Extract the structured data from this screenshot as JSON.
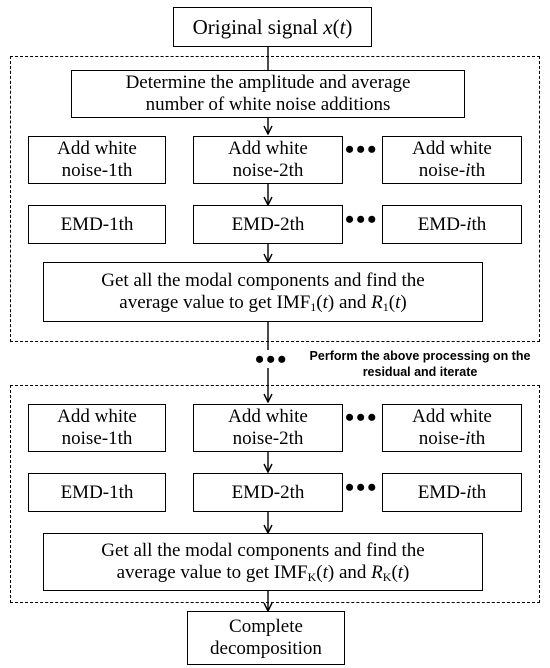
{
  "start": {
    "prefix": "Original signal ",
    "var": "x",
    "open": "(",
    "t": "t",
    "close": ")"
  },
  "section1": {
    "determine": {
      "line1": "Determine the amplitude and average",
      "line2": "number of white noise additions"
    },
    "noise": [
      {
        "line1": "Add white",
        "line2": "noise-1th"
      },
      {
        "line1": "Add white",
        "line2": "noise-2th"
      },
      {
        "line1": "Add white",
        "line2_pre": "noise-",
        "line2_var": "i",
        "line2_post": "th"
      }
    ],
    "emd": [
      {
        "label": "EMD-1th"
      },
      {
        "label": "EMD-2th"
      },
      {
        "pre": "EMD-",
        "var": "i",
        "post": "th"
      }
    ],
    "result": {
      "line1": "Get all the modal components and find the",
      "pre": "average value to get IMF",
      "sub1": "1",
      "mid": " and ",
      "r": "R",
      "sub2": "1",
      "t": "t",
      "open": "(",
      "close": ")"
    }
  },
  "dots": "•••",
  "iterate_note": {
    "line1": "Perform the above processing on the",
    "line2": "residual and iterate"
  },
  "section2": {
    "noise": [
      {
        "line1": "Add white",
        "line2": "noise-1th"
      },
      {
        "line1": "Add white",
        "line2": "noise-2th"
      },
      {
        "line1": "Add white",
        "line2_pre": "noise-",
        "line2_var": "i",
        "line2_post": "th"
      }
    ],
    "emd": [
      {
        "label": "EMD-1th"
      },
      {
        "label": "EMD-2th"
      },
      {
        "pre": "EMD-",
        "var": "i",
        "post": "th"
      }
    ],
    "result": {
      "line1": "Get all the modal components and find the",
      "pre": "average value to get IMF",
      "sub1": "K",
      "mid": " and ",
      "r": "R",
      "sub2": "K",
      "t": "t",
      "open": "(",
      "close": ")"
    }
  },
  "end": {
    "line1": "Complete",
    "line2": "decomposition"
  }
}
